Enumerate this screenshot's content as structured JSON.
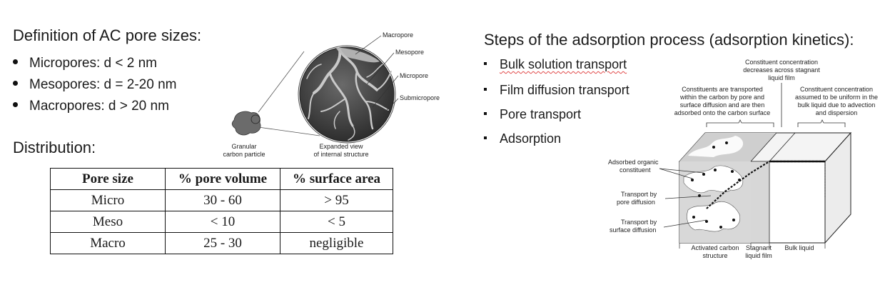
{
  "left": {
    "definition_title": "Definition of AC pore sizes:",
    "bullets": [
      "Micropores: d < 2 nm",
      "Mesopores: d = 2-20 nm",
      "Macropores: d > 20 nm"
    ],
    "distribution_title": "Distribution:",
    "table": {
      "headers": [
        "Pore size",
        "% pore volume",
        "% surface area"
      ],
      "rows": [
        [
          "Micro",
          "30 - 60",
          "> 95"
        ],
        [
          "Meso",
          "< 10",
          "< 5"
        ],
        [
          "Macro",
          "25 - 30",
          "negligible"
        ]
      ]
    }
  },
  "particle_diagram": {
    "labels": {
      "macropore": "Macropore",
      "mesopore": "Mesopore",
      "micropore": "Micropore",
      "submicropore": "Submicropore",
      "granular": [
        "Granular",
        "carbon particle"
      ],
      "expanded": [
        "Expanded view",
        "of internal structure"
      ]
    }
  },
  "right": {
    "title": "Steps of the adsorption process (adsorption kinetics):",
    "steps": [
      "Bulk solution transport",
      "Film diffusion transport",
      "Pore transport",
      "Adsorption"
    ]
  },
  "kinetics_diagram": {
    "top_center": [
      "Constituent concentration",
      "decreases across stagnant",
      "liquid film"
    ],
    "top_left": [
      "Constituents are transported",
      "within the carbon by pore and",
      "surface diffusion and are then",
      "adsorbed onto the carbon surface"
    ],
    "top_right": [
      "Constituent concentration",
      "assumed to be uniform in the",
      "bulk liquid due to advection",
      "and dispersion"
    ],
    "adsorbed": [
      "Adsorbed organic",
      "constituent"
    ],
    "pore_diffusion": [
      "Transport by",
      "pore diffusion"
    ],
    "surface_diffusion": [
      "Transport by",
      "surface diffusion"
    ],
    "bottom": {
      "activated": [
        "Activated carbon",
        "structure"
      ],
      "stagnant": [
        "Stagnant",
        "liquid film"
      ],
      "bulk": "Bulk liquid"
    }
  }
}
